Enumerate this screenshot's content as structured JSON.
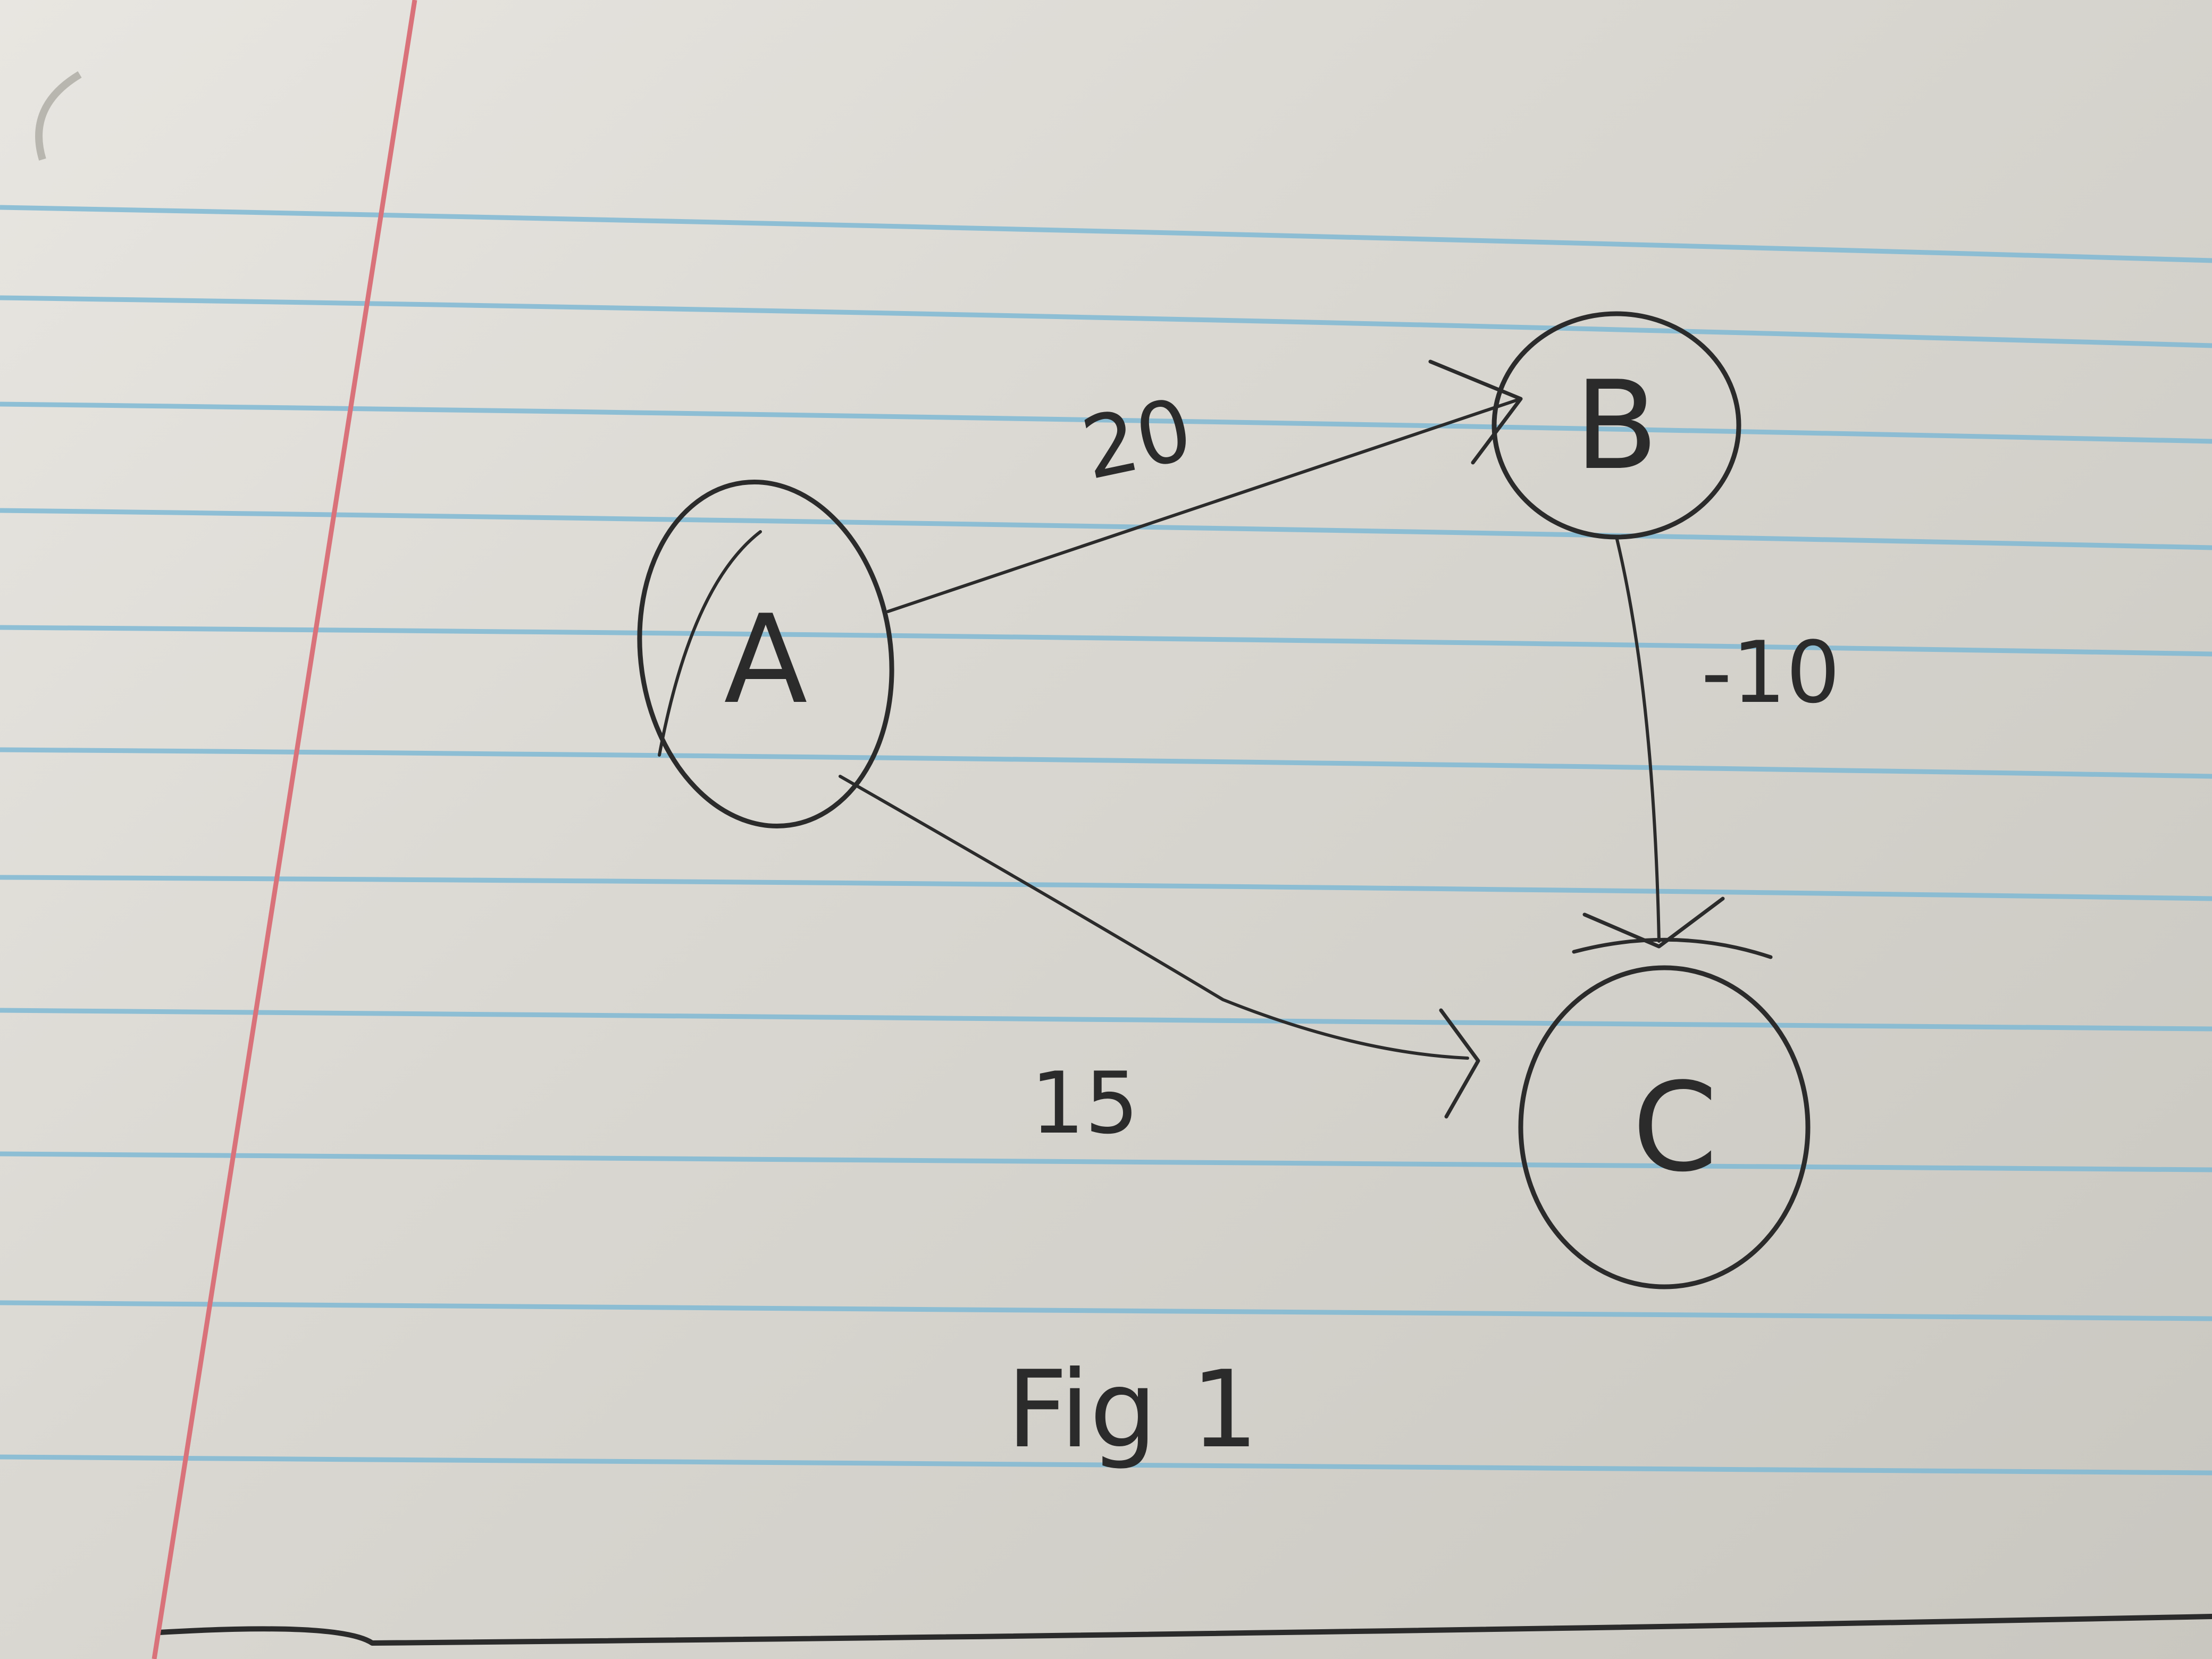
{
  "diagram": {
    "caption": "Fig 1",
    "nodes": [
      {
        "id": "A",
        "label": "A"
      },
      {
        "id": "B",
        "label": "B"
      },
      {
        "id": "C",
        "label": "C"
      }
    ],
    "edges": [
      {
        "from": "A",
        "to": "B",
        "label": "20"
      },
      {
        "from": "B",
        "to": "C",
        "label": "-10"
      },
      {
        "from": "A",
        "to": "C",
        "label": "15"
      }
    ]
  }
}
